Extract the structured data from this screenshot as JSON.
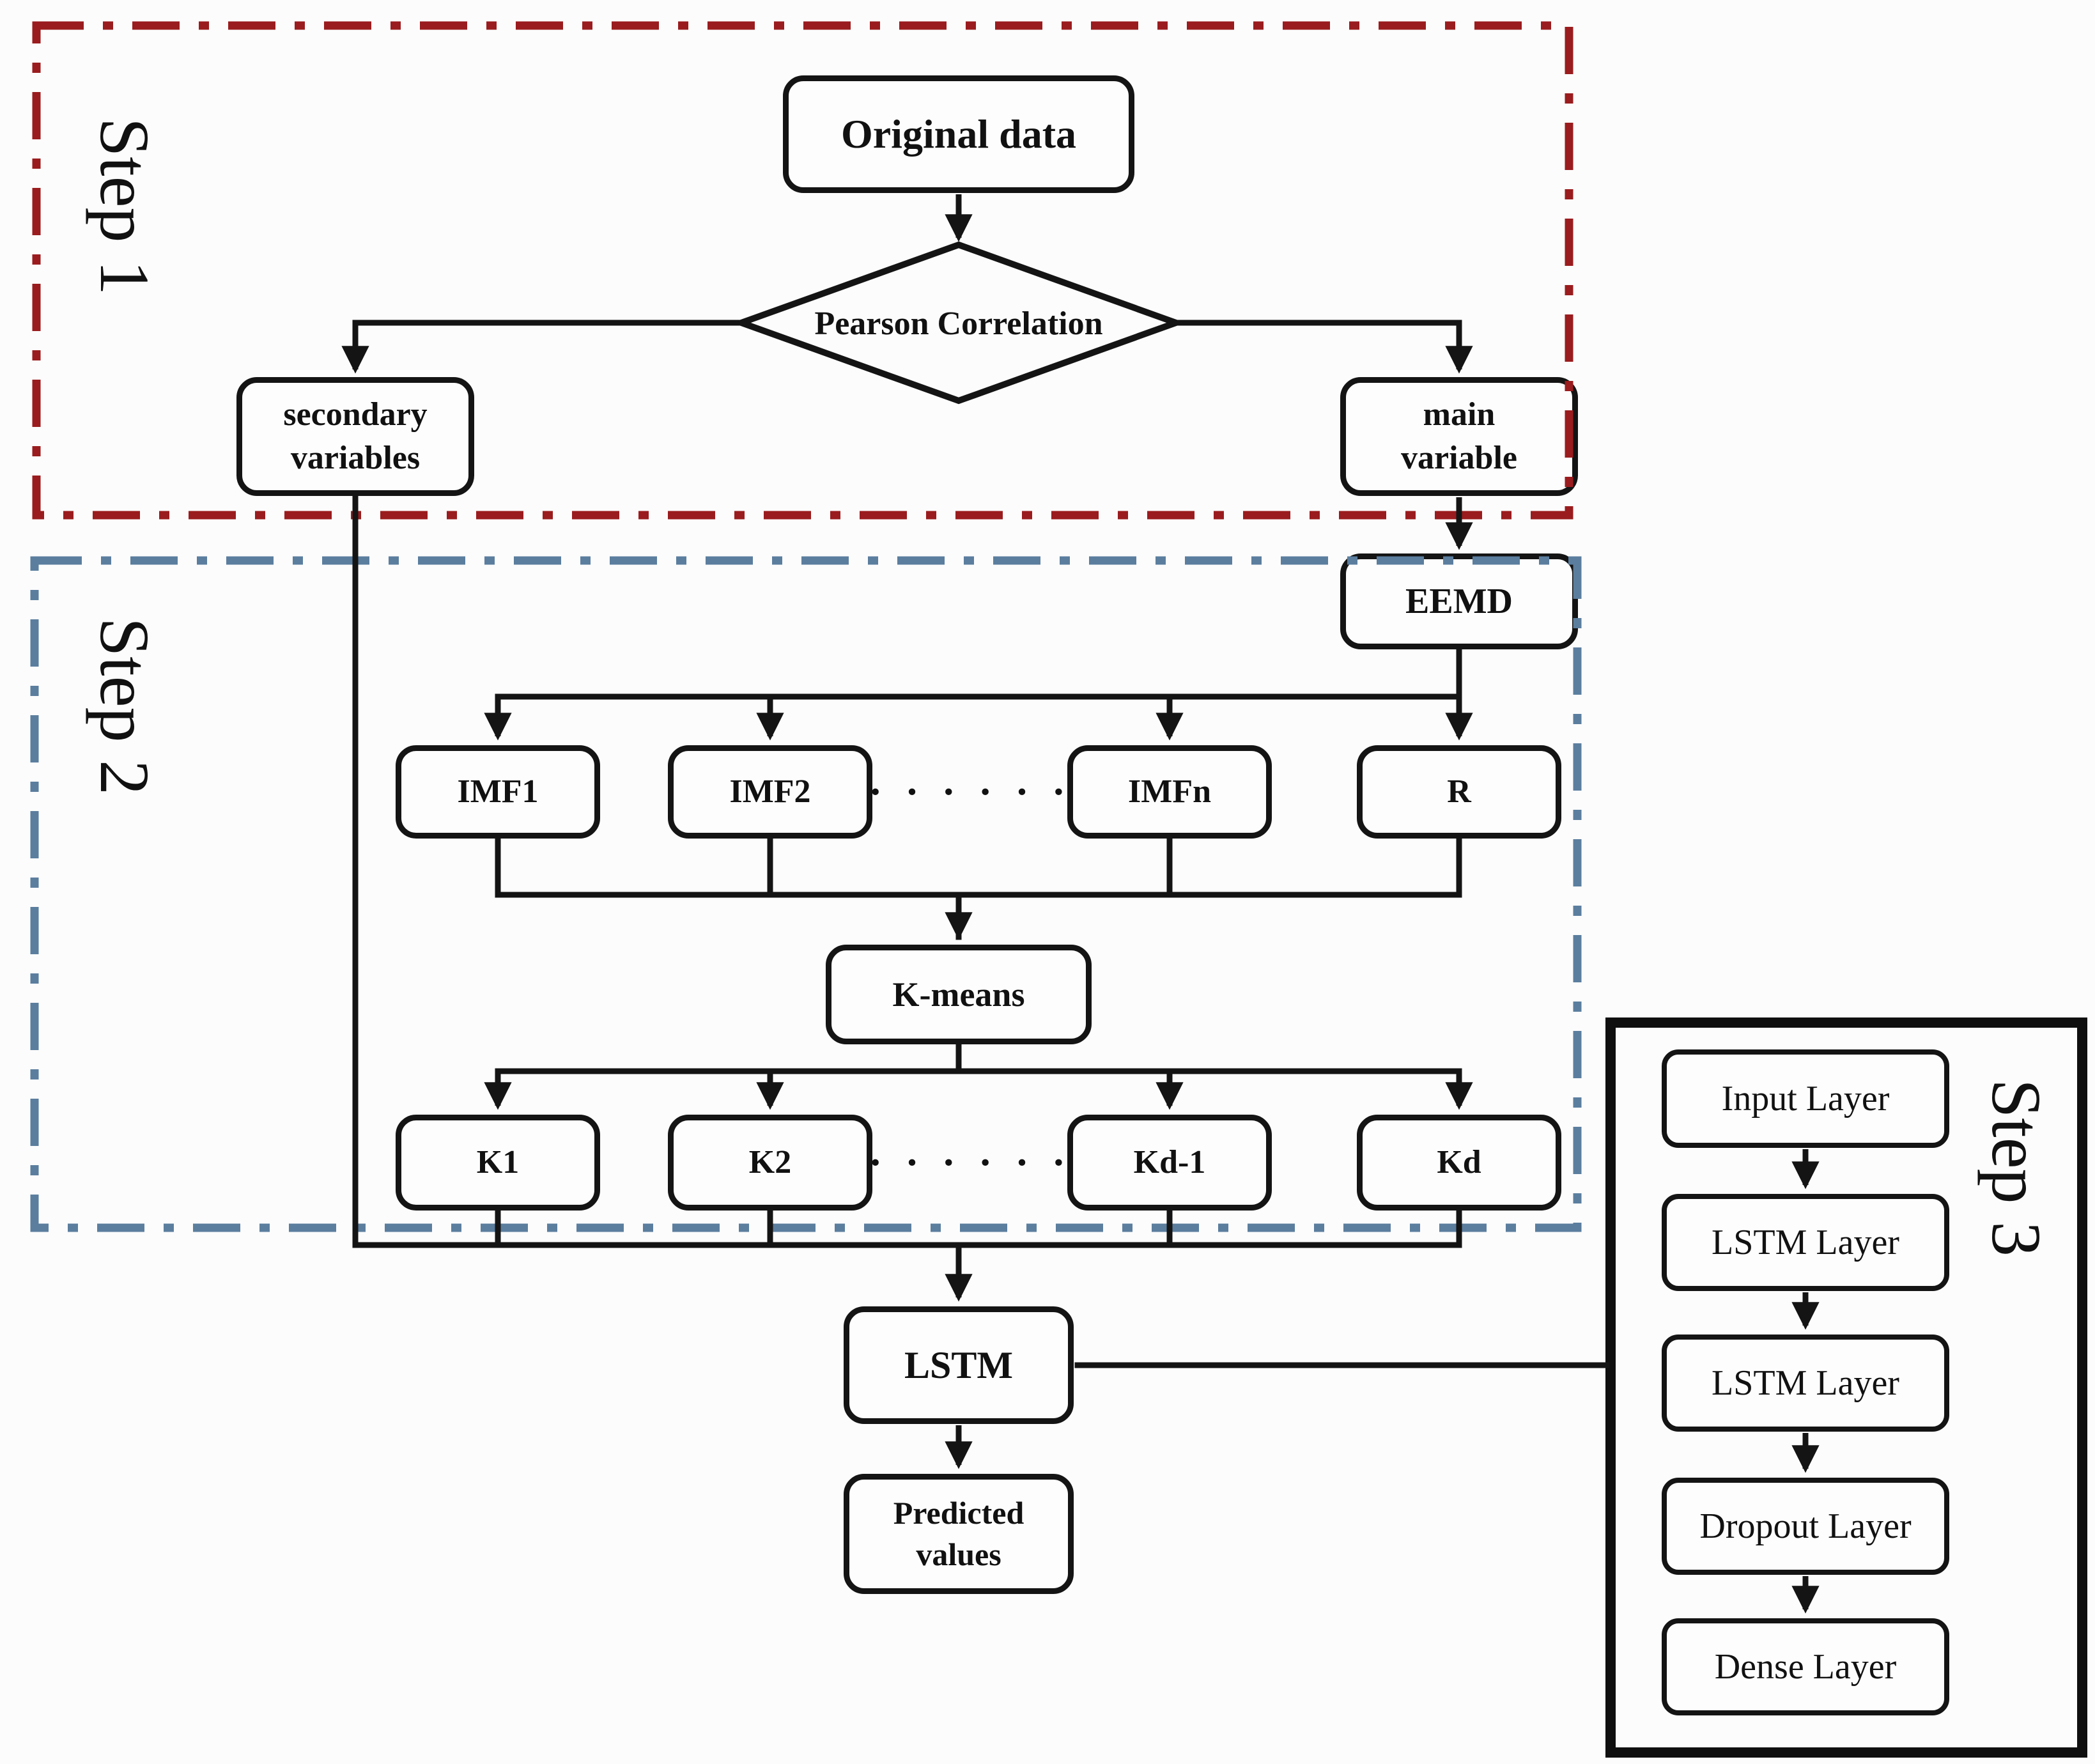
{
  "diagram": {
    "step1_label": "Step 1",
    "step2_label": "Step 2",
    "step3_label": "Step 3",
    "nodes": {
      "original_data": "Original data",
      "pearson_correlation": "Pearson Correlation",
      "secondary_variables": "secondary variables",
      "main_variable": "main variable",
      "eemd": "EEMD",
      "imf1": "IMF1",
      "imf2": "IMF2",
      "imf_ellipsis": "· · · · · ·",
      "imfn": "IMFn",
      "residual": "R",
      "kmeans": "K-means",
      "k1": "K1",
      "k2": "K2",
      "k_ellipsis": "· · · · · ·",
      "kd_minus_1": "Kd-1",
      "kd": "Kd",
      "lstm": "LSTM",
      "predicted_values": "Predicted values"
    },
    "step3_layers": {
      "input": "Input Layer",
      "lstm_a": "LSTM Layer",
      "lstm_b": "LSTM Layer",
      "dropout": "Dropout Layer",
      "dense": "Dense Layer"
    },
    "colors": {
      "step1_border": "#9a1c1e",
      "step2_border": "#5b7e9e",
      "step3_border": "#0f0f0f",
      "line": "#141414"
    }
  }
}
